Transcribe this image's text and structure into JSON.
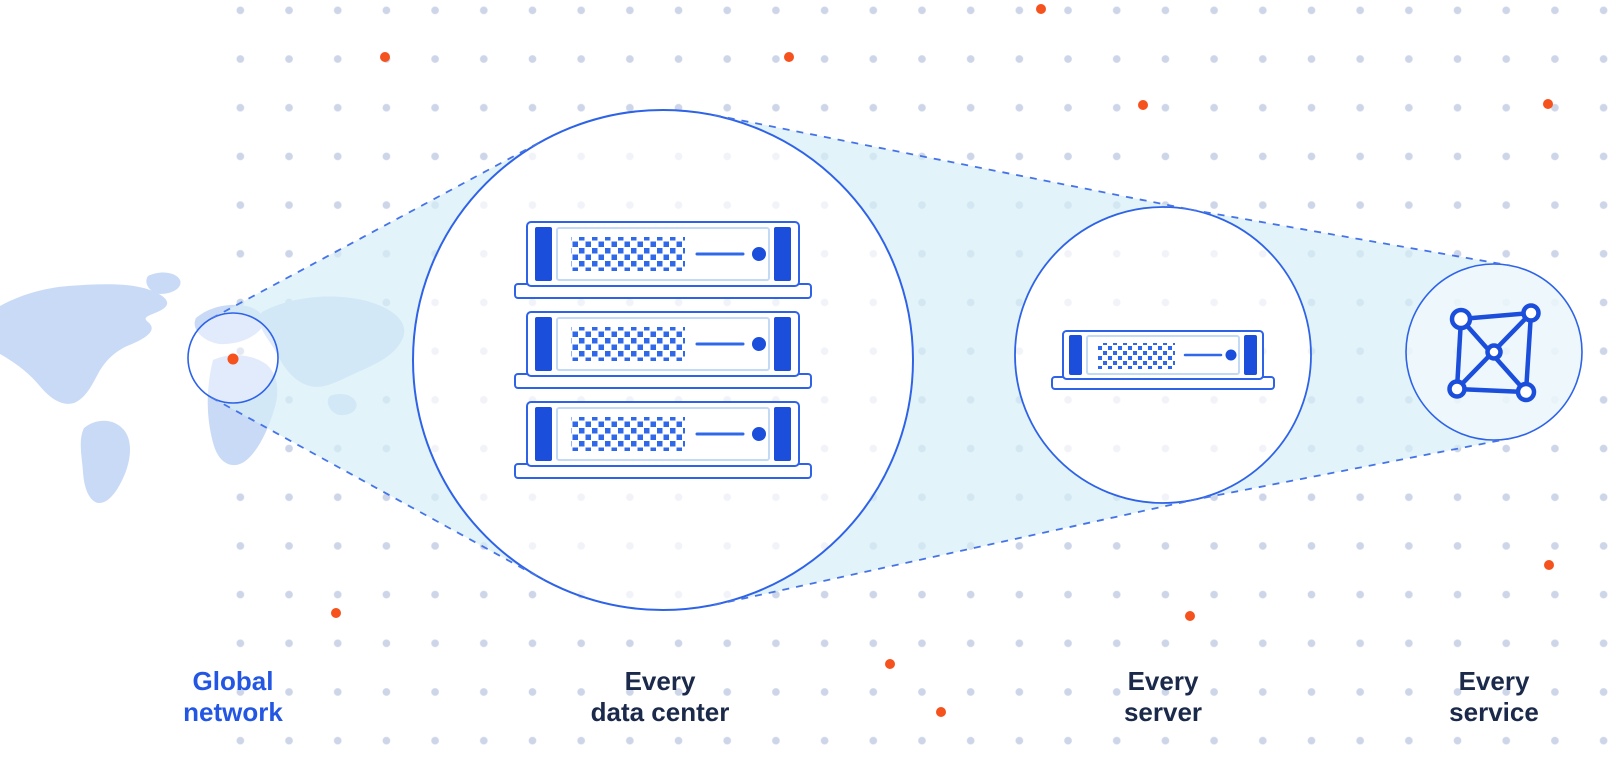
{
  "captions": {
    "global_network": {
      "line1": "Global",
      "line2": "network"
    },
    "data_center": {
      "line1": "Every",
      "line2": "data center"
    },
    "server": {
      "line1": "Every",
      "line2": "server"
    },
    "service": {
      "line1": "Every",
      "line2": "service"
    }
  },
  "colors": {
    "accent_orange": "#F5521D",
    "line_blue": "#2E63E7",
    "dash_blue": "#4674E8",
    "cone_fill": "#D6EEF6",
    "map_blue": "#C9DAF7",
    "grid_dot": "#CDD5E8",
    "server_dark_blue": "#1B4EDB",
    "server_mid_blue": "#2F68E8",
    "label_navy": "#1B2A4A",
    "label_blue": "#2357E3",
    "background": "#FFFFFF"
  },
  "icons": {
    "world_map": "world-map-silhouette",
    "map_focus": "zoom-origin-circle",
    "server_rack": "three-stacked-server-units",
    "single_server": "server-unit",
    "network_mesh": "connected-nodes-mesh"
  }
}
